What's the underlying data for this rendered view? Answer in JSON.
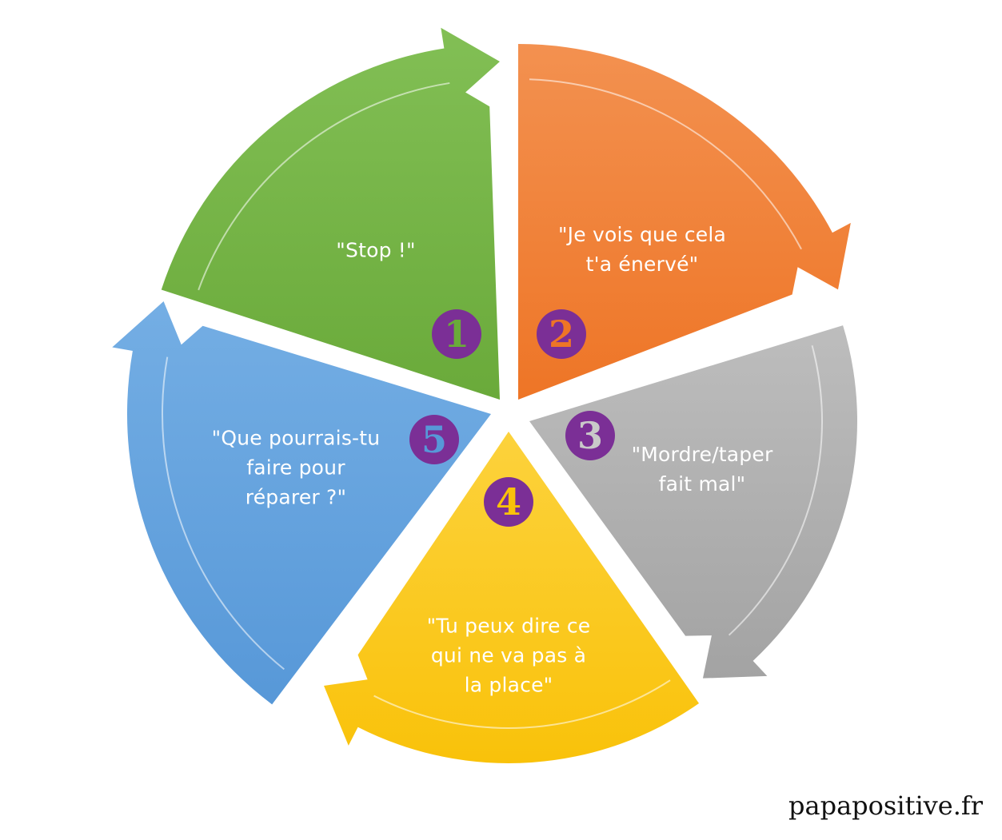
{
  "diagram": {
    "type": "cycle",
    "direction": "clockwise",
    "steps": [
      {
        "number": "1",
        "label": "\"Stop !\"",
        "color": "#6aaa3a",
        "color_light": "#82bf55",
        "badge_text_color": "#6aaa3a"
      },
      {
        "number": "2",
        "label": "\"Je vois que cela\nt'a énervé\"",
        "color": "#ee7526",
        "color_light": "#f39150",
        "badge_text_color": "#ee7526"
      },
      {
        "number": "3",
        "label": "\"Mordre/taper\nfait mal\"",
        "color": "#a3a3a3",
        "color_light": "#bdbdbd",
        "badge_text_color": "#c9c9c9"
      },
      {
        "number": "4",
        "label": "\"Tu peux dire ce\nqui ne va pas à\nla place\"",
        "color": "#f9c20a",
        "color_light": "#fcd23c",
        "badge_text_color": "#f9c20a"
      },
      {
        "number": "5",
        "label": "\"Que pourrais-tu\nfaire pour\nréparer ?\"",
        "color": "#5798d8",
        "color_light": "#74aee4",
        "badge_text_color": "#5798d8"
      }
    ],
    "badge_color": "#7b2f96"
  },
  "watermark": "papapositive.fr"
}
